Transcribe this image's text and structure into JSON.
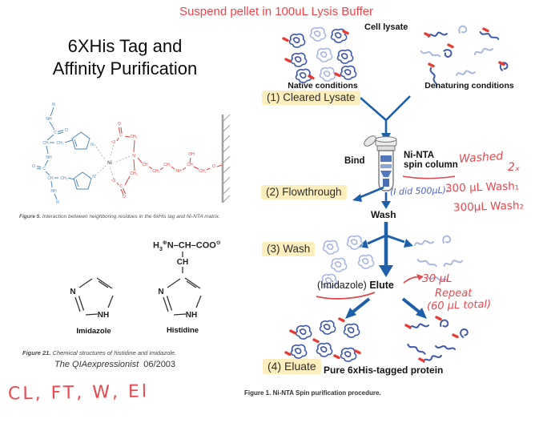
{
  "banner": {
    "text": "Suspend pellet in 100uL Lysis Buffer"
  },
  "left_panel": {
    "title_line1": "6XHis Tag and",
    "title_line2": "Affinity Purification",
    "figure5": {
      "caption_label": "Figure 5.",
      "caption_text": " Interaction between neighboring residues in the 6xHis tag and Ni-NTA matrix.",
      "labels": [
        "R",
        "NH",
        "C",
        "O",
        "CH",
        "CH₂",
        "N",
        "NH",
        "C",
        "O",
        "CH",
        "CH₂",
        "N",
        "NH",
        "R",
        "Ni",
        "⁻O",
        "C",
        "O",
        "CH₂",
        "N",
        "⁻O",
        "C",
        "O",
        "CH₂",
        "CH",
        "CH₂",
        "CH₂",
        "NH",
        "CH",
        "OH",
        "CH₂",
        "O"
      ]
    },
    "structures": {
      "formula": {
        "h": "H",
        "three": "3",
        "plus": "⊕",
        "rest": "N–CH–COO",
        "minus": "⊖"
      },
      "ch": "CH",
      "imidazole_n": "N",
      "imidazole_nh": "NH",
      "histidine_n": "N",
      "histidine_nh": "NH",
      "imidazole_name": "Imidazole",
      "histidine_name": "Histidine"
    },
    "figure21": {
      "caption_label": "Figure 21.",
      "caption_text": " Chemical structures of histidine and imidazole."
    },
    "source_title": "The QIAexpressionist",
    "source_date": "06/2003",
    "handwriting": "CL, FT, W, El"
  },
  "flowchart": {
    "cell_lysate": "Cell lysate",
    "native_label": "Native conditions",
    "denaturing_label": "Denaturing conditions",
    "steps": [
      {
        "label": "(1) Cleared Lysate"
      },
      {
        "label": "(2) Flowthrough"
      },
      {
        "label": "(3) Wash"
      },
      {
        "label": "(4) Eluate"
      }
    ],
    "bind_label": "Bind",
    "column_line1": "Ni-NTA",
    "column_line2": "spin column",
    "wash_label": "Wash",
    "imidazole_prefix": "(Imidazole)",
    "elute_label": "Elute",
    "pure_label": "Pure 6xHis-tagged protein",
    "figure1_label": "Figure 1.",
    "figure1_text": " Ni-NTA Spin purification procedure.",
    "annotations_red": {
      "washed": "Washed",
      "washed_count": "2ₓ",
      "wash1": "300 µL Wash₁",
      "wash2": "300µL Wash₂",
      "elute_vol": "30 µL",
      "repeat": "Repeat",
      "total": "(60 µL total)"
    },
    "annotations_blue": {
      "i_did": "(I did 500µL)-"
    }
  },
  "colors": {
    "highlight": "#fdeebd",
    "arrow_blue": "#1d5fa8",
    "ink_red": "#e8484e",
    "ink_blue": "#4a63c8",
    "protein_dark": "#3f57a7",
    "protein_light": "#a9b8de",
    "tag_red": "#e83b33",
    "banner_red": "#f5434a"
  }
}
